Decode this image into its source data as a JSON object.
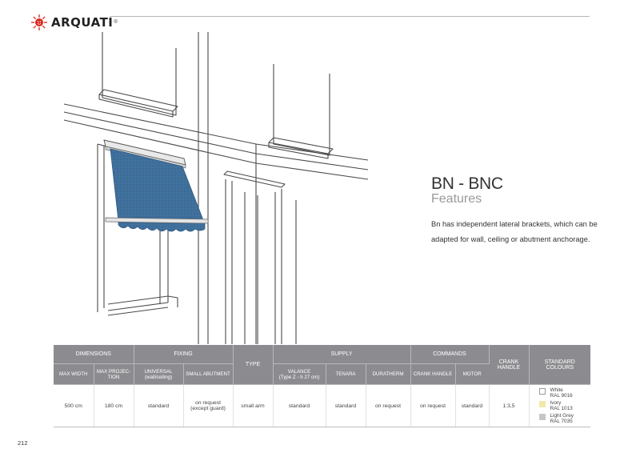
{
  "brand": {
    "name": "ARQUATI",
    "registered": "®"
  },
  "page_number": "212",
  "heading": {
    "title": "BN - BNC",
    "subtitle": "Features"
  },
  "description": "Bn has independent lateral brackets, which can be adapted for wall, ceiling or abutment anchorage.",
  "colors": {
    "awning": "#3f6f9b",
    "awning_dark": "#2f5a83",
    "header_gray": "#8c8c90",
    "logo_red": "#d9261c"
  },
  "table": {
    "groups": {
      "dimensions": "DIMENSIONS",
      "fixing": "FIXING",
      "type": "TYPE",
      "supply": "SUPPLY",
      "commands": "COMMANDS",
      "crank_handle": "CRANK\nHANDLE",
      "standard_colours": "STANDARD COLOURS"
    },
    "columns": {
      "max_width": "MAX WIDTH",
      "max_projection": "MAX PROJEC-\nTION",
      "universal": "UNIVERSAL\n(wall/ceiling)",
      "small_abutment": "SMALL ABUTMENT",
      "valance": "VALANCE\n(Type Z - h 27 cm)",
      "tenara": "TENARA",
      "duratherm": "DURATHERM",
      "crank_handle": "CRANK HANDLE",
      "motor": "MOTOR"
    },
    "row": {
      "max_width": "500 cm",
      "max_projection": "180 cm",
      "universal": "standard",
      "small_abutment": "on request\n(except guard)",
      "type": "small arm",
      "valance": "standard",
      "tenara": "standard",
      "duratherm": "on request",
      "crank_handle": "on request",
      "motor": "standard",
      "crank_ratio": "1:3,5"
    },
    "colours": [
      {
        "name": "White\nRAL 9016",
        "swatch": "#ffffff"
      },
      {
        "name": "Ivory\nRAL 1013",
        "swatch": "#f1e8a8"
      },
      {
        "name": "Light Grey\nRAL 7035",
        "swatch": "#c5c7c7"
      }
    ]
  }
}
